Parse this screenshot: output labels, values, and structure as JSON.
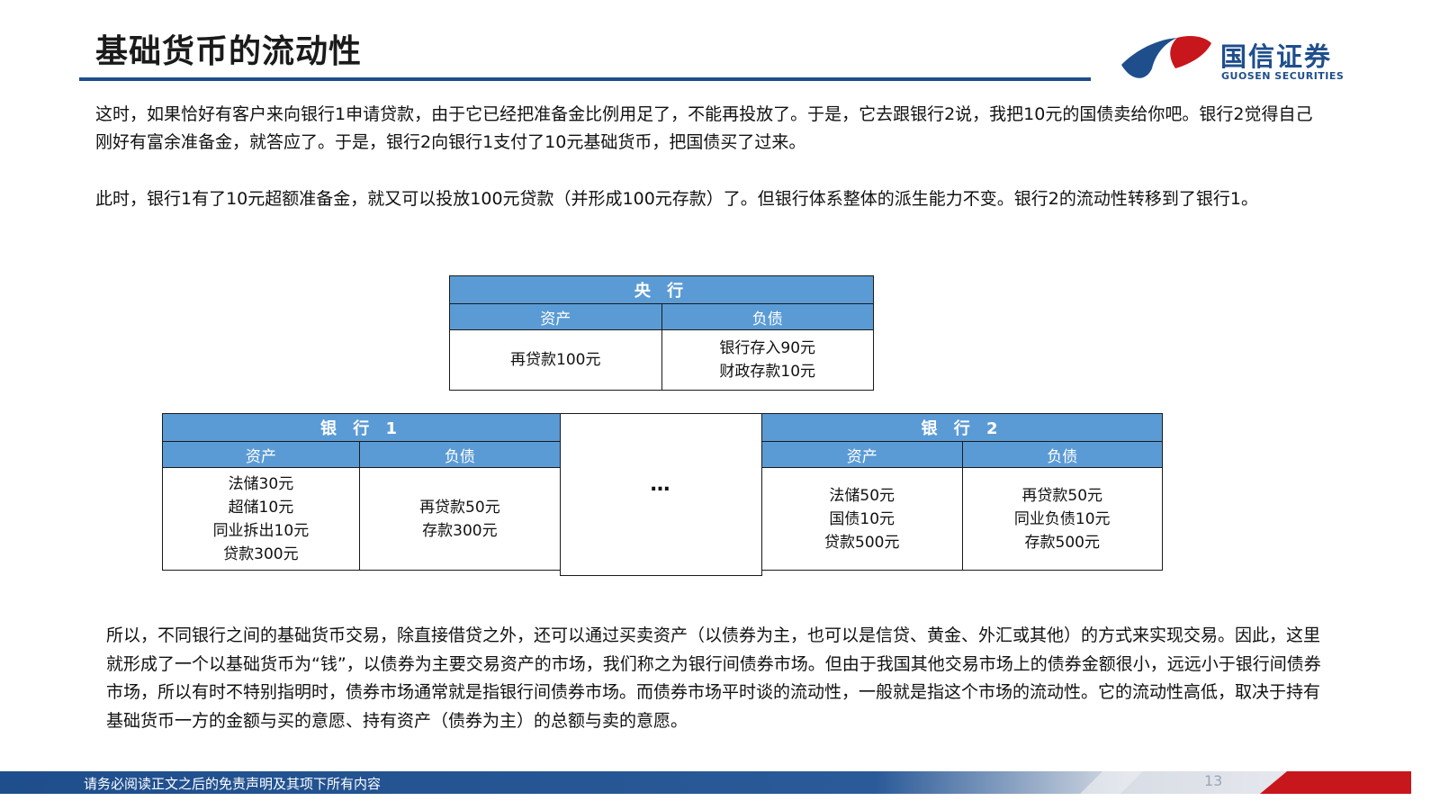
{
  "header": {
    "title": "基础货币的流动性",
    "logo_cn": "国信证券",
    "logo_en": "GUOSEN SECURITIES"
  },
  "paragraphs": [
    "这时，如果恰好有客户来向银行1申请贷款，由于它已经把准备金比例用足了，不能再投放了。于是，它去跟银行2说，我把10元的国债卖给你吧。银行2觉得自己刚好有富余准备金，就答应了。于是，银行2向银行1支付了10元基础货币，把国债买了过来。",
    "此时，银行1有了10元超额准备金，就又可以投放100元贷款（并形成100元存款）了。但银行体系整体的派生能力不变。银行2的流动性转移到了银行1。",
    "所以，不同银行之间的基础货币交易，除直接借贷之外，还可以通过买卖资产（以债券为主，也可以是信贷、黄金、外汇或其他）的方式来实现交易。因此，这里就形成了一个以基础货币为“钱”，以债券为主要交易资产的市场，我们称之为银行间债券市场。但由于我国其他交易市场上的债券金额很小，远远小于银行间债券市场，所以有时不特别指明时，债券市场通常就是指银行间债券市场。而债券市场平时谈的流动性，一般就是指这个市场的流动性。它的流动性高低，取决于持有基础货币一方的金额与买的意愿、持有资产（债券为主）的总额与卖的意愿。"
  ],
  "central_bank": {
    "title": "央 行",
    "assets_label": "资产",
    "liabilities_label": "负债",
    "assets": [
      "再贷款100元"
    ],
    "liabilities": [
      "银行存入90元",
      "财政存款10元"
    ]
  },
  "bank1": {
    "title": "银 行 1",
    "assets_label": "资产",
    "liabilities_label": "负债",
    "assets": [
      "法储30元",
      "超储10元",
      "同业拆出10元",
      "贷款300元"
    ],
    "liabilities": [
      "再贷款50元",
      "存款300元"
    ]
  },
  "bank2": {
    "title": "银 行 2",
    "assets_label": "资产",
    "liabilities_label": "负债",
    "assets": [
      "法储50元",
      "国债10元",
      "贷款500元"
    ],
    "liabilities": [
      "再贷款50元",
      "同业负债10元",
      "存款500元"
    ]
  },
  "middle": {
    "ellipsis": "…"
  },
  "footer": {
    "disclaimer": "请务必阅读正文之后的免责声明及其项下所有内容",
    "page_number": "13"
  },
  "colors": {
    "brand_blue": "#1f4e8c",
    "table_header": "#5b9bd5",
    "brand_red": "#c8161d"
  }
}
